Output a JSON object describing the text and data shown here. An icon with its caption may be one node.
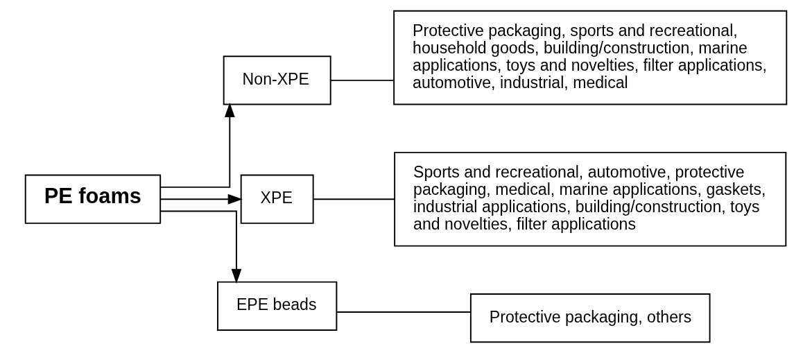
{
  "diagram": {
    "nodes": [
      {
        "text": [
          "PE foams"
        ]
      },
      {
        "text": [
          "Non-XPE"
        ]
      },
      {
        "text": [
          "Protective packaging, sports and recreational, household goods, building/construction, marine applications, toys and novelties, filter applications, automotive, industrial, medical"
        ]
      },
      {
        "text": [
          "XPE"
        ]
      },
      {
        "text": [
          "Sports and recreational, automotive, protective packaging, medical, marine applications, gaskets, industrial applications, building/construction, toys and novelties, filter applications"
        ]
      },
      {
        "text": [
          "EPE beads"
        ]
      },
      {
        "text": [
          "Protective packaging, others"
        ]
      }
    ],
    "edges": [
      {
        "from": 0,
        "to": 1,
        "arrow": "to"
      },
      {
        "from": 0,
        "to": 3,
        "arrow": "to"
      },
      {
        "from": 0,
        "to": 5,
        "arrow": "to"
      },
      {
        "from": 1,
        "to": 2,
        "arrow": "none"
      },
      {
        "from": 3,
        "to": 4,
        "arrow": "none"
      },
      {
        "from": 5,
        "to": 6,
        "arrow": "none"
      }
    ]
  }
}
